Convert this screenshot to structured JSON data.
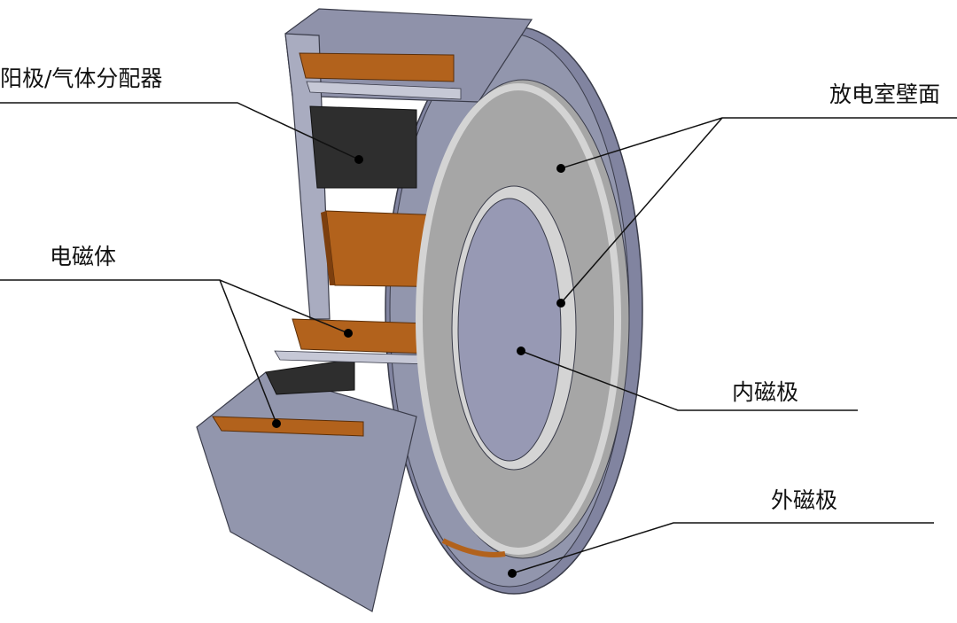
{
  "labels": {
    "anode_gas_distributor": "阳极/气体分配器",
    "discharge_chamber_wall": "放电室壁面",
    "electromagnet": "电磁体",
    "inner_pole": "内磁极",
    "outer_pole": "外磁极"
  },
  "colors": {
    "outer_face": "#9296ad",
    "outer_edge": "#8184a0",
    "outline": "#3a3c4a",
    "cut_face": "#a9acc0",
    "channel_wall": "#a6a6a6",
    "ceramic_ring": "#d4d4d4",
    "inner_pole": "#9799b4",
    "coil": "#b2621c",
    "coil_shade": "#7d3f0e",
    "anode": "#2e2e2e",
    "leader": "#111111"
  }
}
